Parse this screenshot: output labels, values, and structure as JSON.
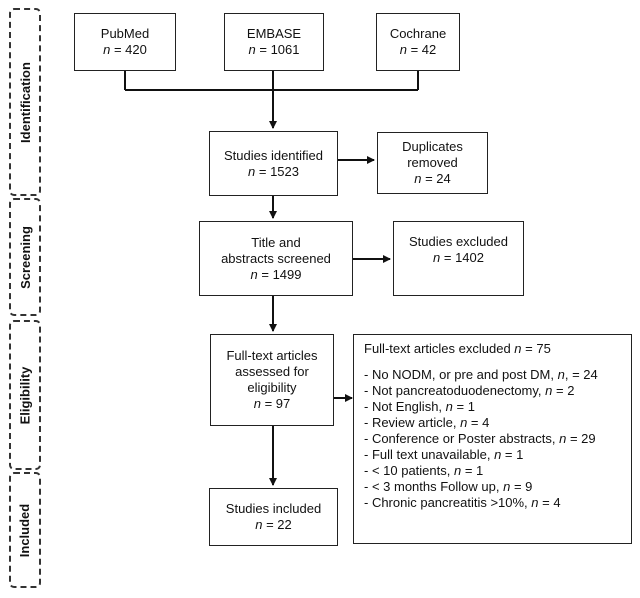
{
  "stages": {
    "identification": "Identification",
    "screening": "Screening",
    "eligibility": "Eligibility",
    "included": "Included"
  },
  "n_label": "n",
  "sources": {
    "pubmed": {
      "name": "PubMed",
      "count": "= 420"
    },
    "embase": {
      "name": "EMBASE",
      "count": "= 1061"
    },
    "cochrane": {
      "name": "Cochrane",
      "count": "= 42"
    }
  },
  "identified": {
    "label": "Studies identified",
    "count": "= 1523"
  },
  "duplicates": {
    "line1": "Duplicates",
    "line2": "removed",
    "count": "= 24"
  },
  "screened": {
    "line1": "Title and",
    "line2": "abstracts screened",
    "count": "= 1499"
  },
  "screen_excluded": {
    "label": "Studies excluded",
    "count": "= 1402"
  },
  "fulltext": {
    "line1": "Full-text articles",
    "line2": "assessed for",
    "line3": "eligibility",
    "count": "= 97"
  },
  "fulltext_excluded": {
    "title": "Full-text articles excluded",
    "count": "= 75",
    "reasons": [
      {
        "text": "- No NODM, or pre and post DM, ",
        "count": ", = 24"
      },
      {
        "text": "- Not pancreatoduodenectomy, ",
        "count": " = 2"
      },
      {
        "text": "- Not English, ",
        "count": " = 1"
      },
      {
        "text": "- Review article, ",
        "count": " = 4"
      },
      {
        "text": "- Conference or Poster abstracts, ",
        "count": " = 29"
      },
      {
        "text": "- Full text unavailable, ",
        "count": " = 1"
      },
      {
        "text": "- < 10 patients, ",
        "count": " = 1"
      },
      {
        "text": "- < 3 months Follow up, ",
        "count": " = 9"
      },
      {
        "text": "- Chronic pancreatitis >10%, ",
        "count": " = 4"
      }
    ]
  },
  "included": {
    "label": "Studies included",
    "count": "= 22"
  }
}
